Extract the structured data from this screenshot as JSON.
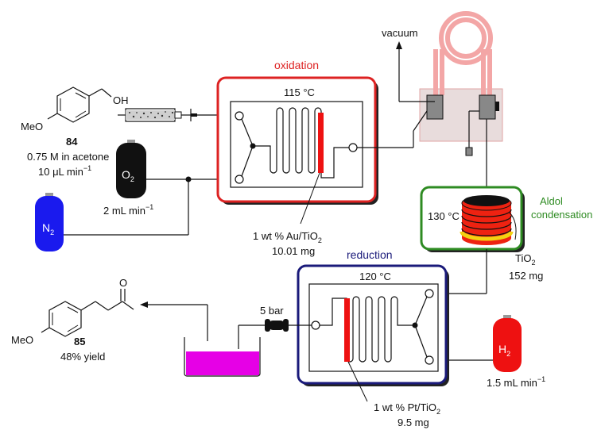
{
  "colors": {
    "oxidation_box": "#dd2222",
    "aldol_box": "#2e8b22",
    "reduction_box": "#1a1a7a",
    "catalyst_bed": "#ee1111",
    "coil": "#f3a6a6",
    "product_liquid": "#e600e6",
    "n2_cylinder": "#1a1aee",
    "o2_cylinder": "#111111",
    "h2_cylinder": "#ee1111",
    "heater_red": "#ee2211",
    "heater_yellow": "#f2d211"
  },
  "labels": {
    "oxidation": "oxidation",
    "reduction": "reduction",
    "aldol_line1": "Aldol",
    "aldol_line2": "condensation",
    "vacuum": "vacuum",
    "temp_oxidation": "115 °C",
    "temp_aldol": "130 °C",
    "temp_reduction": "120 °C",
    "compound_84": "84",
    "conc_84": "0.75 M in acetone",
    "flow_84": "10 μL min",
    "flow_84_exp": "−1",
    "o2": "O",
    "o2_sub": "2",
    "flow_o2": "2 mL min",
    "flow_o2_exp": "−1",
    "n2": "N",
    "n2_sub": "2",
    "h2": "H",
    "h2_sub": "2",
    "flow_h2": "1.5 mL min",
    "flow_h2_exp": "−1",
    "cat_au": "1 wt % Au/TiO",
    "cat_au_sub": "2",
    "cat_au_mass": "10.01 mg",
    "cat_ti": "TiO",
    "cat_ti_sub": "2",
    "cat_ti_mass": "152 mg",
    "cat_pt": "1 wt % Pt/TiO",
    "cat_pt_sub": "2",
    "cat_pt_mass": "9.5 mg",
    "pressure": "5 bar",
    "compound_85": "85",
    "yield_85": "48% yield",
    "oh": "OH",
    "meo": "MeO",
    "carbonyl_o": "O"
  }
}
